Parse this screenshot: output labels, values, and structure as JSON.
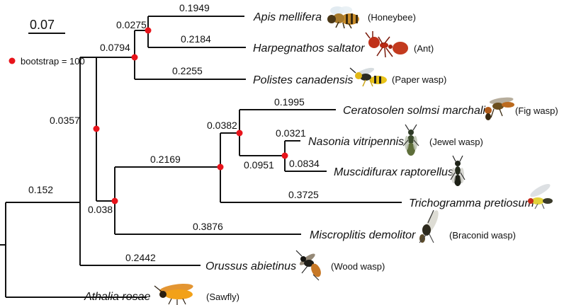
{
  "scale_bar": {
    "label": "0.07"
  },
  "legend": {
    "label": "bootstrap = 100",
    "color": "#e8141b"
  },
  "branch_lengths": {
    "apis": "0.1949",
    "harpegnathos": "0.2184",
    "apis_harp_node": "0.0275",
    "aculeata_node": "0.0794",
    "polistes": "0.2255",
    "apocrita_node": "0.0357",
    "ceratosolen": "0.1995",
    "chalcid_node": "0.0382",
    "nasonia": "0.0321",
    "pteromalid_node": "0.0951",
    "muscidifurax": "0.0834",
    "chalcid_stem": "0.2169",
    "trichogramma": "0.3725",
    "parasitica_node": "0.038",
    "microplitis": "0.3876",
    "root_stem": "0.152",
    "orussus": "0.2442"
  },
  "taxa": [
    {
      "name": "Apis mellifera",
      "common": "(Honeybee)",
      "icon": "bee-icon"
    },
    {
      "name": "Harpegnathos saltator",
      "common": "(Ant)",
      "icon": "ant-icon"
    },
    {
      "name": "Polistes canadensis",
      "common": "(Paper wasp)",
      "icon": "paper-wasp-icon"
    },
    {
      "name": "Ceratosolen solmsi marchali",
      "common": "(Fig wasp)",
      "icon": "fig-wasp-icon"
    },
    {
      "name": "Nasonia vitripennis",
      "common": "(Jewel wasp)",
      "icon": "jewel-wasp-icon"
    },
    {
      "name": "Muscidifurax raptorellus",
      "common": "",
      "icon": "muscidifurax-icon"
    },
    {
      "name": "Trichogramma pretiosum",
      "common": "",
      "icon": "trichogramma-icon"
    },
    {
      "name": "Miscroplitis demolitor",
      "common": "(Braconid wasp)",
      "icon": "braconid-wasp-icon"
    },
    {
      "name": "Orussus abietinus",
      "common": "(Wood wasp)",
      "icon": "wood-wasp-icon"
    },
    {
      "name": "Athalia rosae",
      "common": "(Sawfly)",
      "icon": "sawfly-icon"
    }
  ]
}
